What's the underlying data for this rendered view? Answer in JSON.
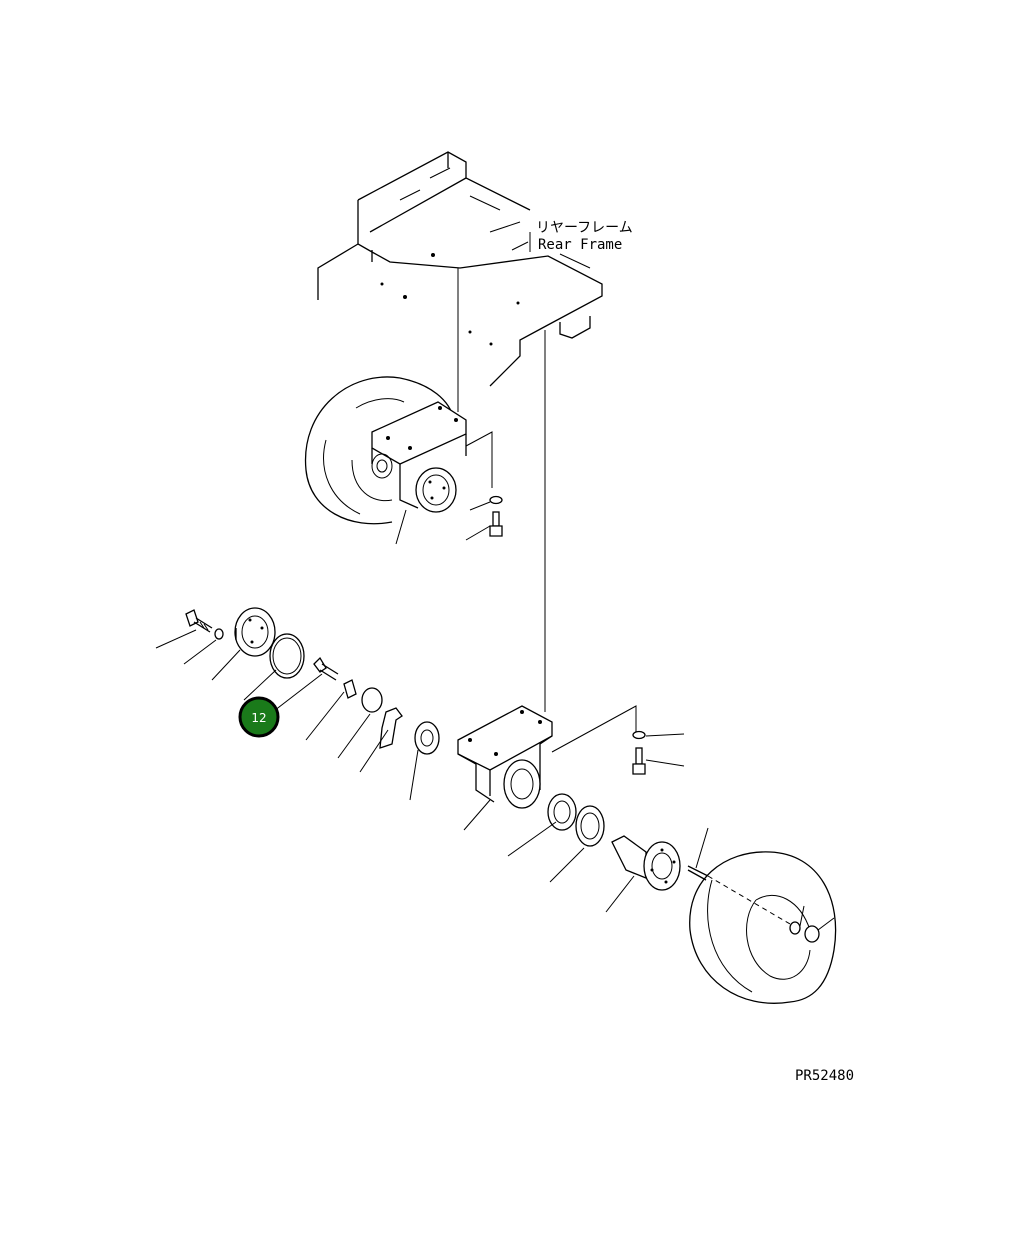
{
  "labels": {
    "rear_frame_jp": "リヤーフレーム",
    "rear_frame_en": "Rear Frame",
    "drawing_code": "PR52480"
  },
  "callout": {
    "number": "12",
    "color": "#1a7a1a",
    "border_color": "#000000"
  }
}
